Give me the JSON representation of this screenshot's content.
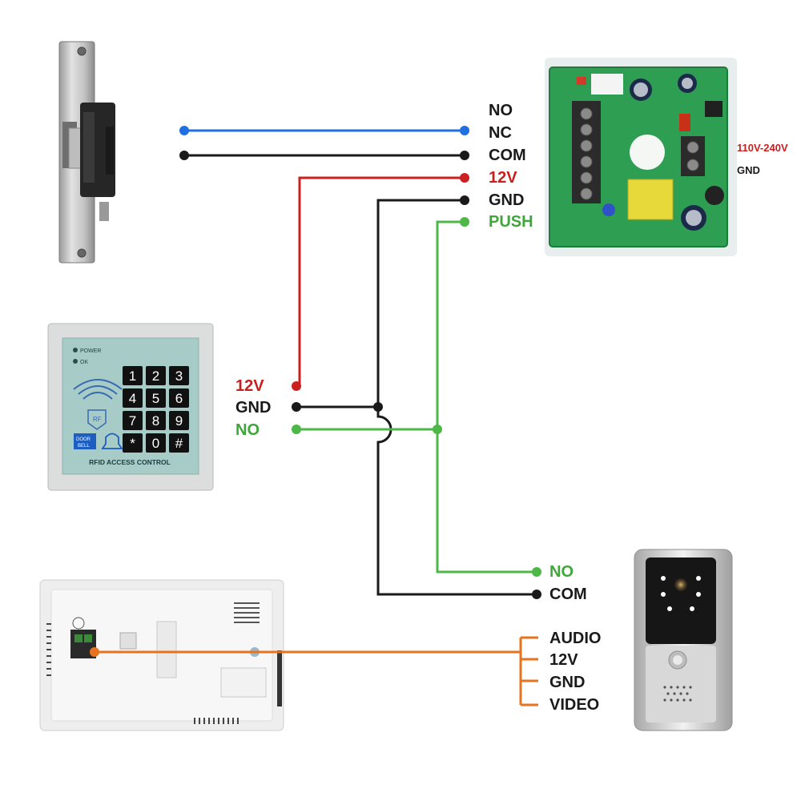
{
  "colors": {
    "blue": "#1f6fe0",
    "black": "#1a1a1a",
    "red": "#cc1f1f",
    "green": "#4db847",
    "orange": "#e8731f",
    "green_text": "#3ea63a",
    "red_text": "#c81e1e"
  },
  "power_supply": {
    "terminals": {
      "no": "NO",
      "nc": "NC",
      "com": "COM",
      "v12": "12V",
      "gnd": "GND",
      "push": "PUSH"
    },
    "ac_in": {
      "live": "110V-240V",
      "gnd": "GND"
    }
  },
  "keypad": {
    "leds": {
      "power": "POWER",
      "ok": "OK"
    },
    "rf": "RF",
    "door_bell": [
      "DOOR",
      "BELL"
    ],
    "keys": [
      "1",
      "2",
      "3",
      "4",
      "5",
      "6",
      "7",
      "8",
      "9",
      "*",
      "0",
      "#"
    ],
    "caption": "RFID ACCESS CONTROL",
    "terminals": {
      "v12": "12V",
      "gnd": "GND",
      "no": "NO"
    }
  },
  "doorbell_camera": {
    "terminals": {
      "no": "NO",
      "com": "COM"
    }
  },
  "monitor": {
    "terminals": {
      "audio": "AUDIO",
      "v12": "12V",
      "gnd": "GND",
      "video": "VIDEO"
    }
  }
}
